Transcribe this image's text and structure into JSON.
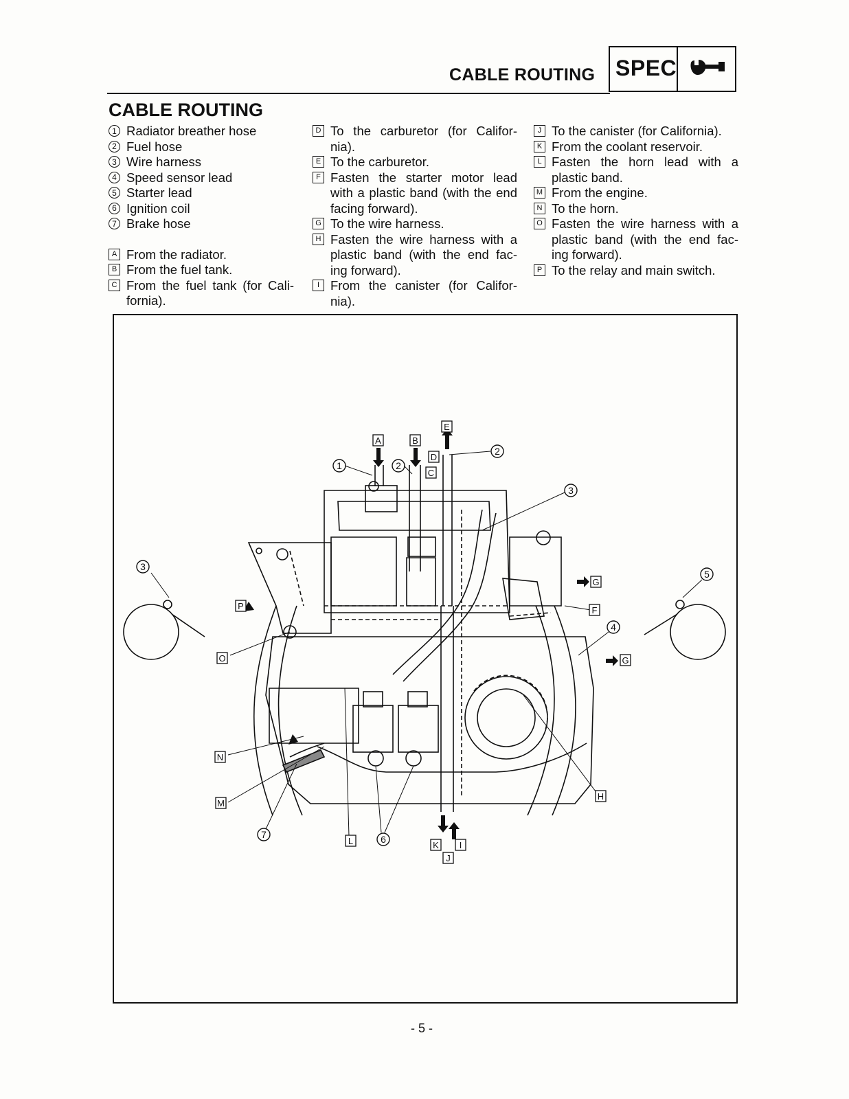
{
  "header": {
    "title": "CABLE ROUTING",
    "badge": "SPEC"
  },
  "section_title": "CABLE ROUTING",
  "legend": {
    "numbered": [
      {
        "mark": "1",
        "text": "Radiator breather hose"
      },
      {
        "mark": "2",
        "text": "Fuel hose"
      },
      {
        "mark": "3",
        "text": "Wire harness"
      },
      {
        "mark": "4",
        "text": "Speed sensor lead"
      },
      {
        "mark": "5",
        "text": "Starter lead"
      },
      {
        "mark": "6",
        "text": "Ignition coil"
      },
      {
        "mark": "7",
        "text": "Brake hose"
      }
    ],
    "lettered_col1": [
      {
        "mark": "A",
        "text": "From the radiator."
      },
      {
        "mark": "B",
        "text": "From the fuel tank."
      },
      {
        "mark": "C",
        "text": "From the fuel tank (for Cali- fornia)."
      }
    ],
    "lettered_col2": [
      {
        "mark": "D",
        "text": "To the carburetor (for Califor- nia)."
      },
      {
        "mark": "E",
        "text": "To the carburetor."
      },
      {
        "mark": "F",
        "text": "Fasten the starter motor lead with a plastic band (with the end facing forward)."
      },
      {
        "mark": "G",
        "text": "To the wire harness."
      },
      {
        "mark": "H",
        "text": "Fasten the wire harness with a plastic band (with the end fac- ing forward)."
      },
      {
        "mark": "I",
        "text": "From the canister (for Califor- nia)."
      }
    ],
    "lettered_col3": [
      {
        "mark": "J",
        "text": "To the canister (for California)."
      },
      {
        "mark": "K",
        "text": "From the coolant reservoir."
      },
      {
        "mark": "L",
        "text": "Fasten the horn lead with a plastic band."
      },
      {
        "mark": "M",
        "text": "From the engine."
      },
      {
        "mark": "N",
        "text": "To the horn."
      },
      {
        "mark": "O",
        "text": "Fasten the wire harness with a plastic band (with the end fac- ing forward)."
      },
      {
        "mark": "P",
        "text": "To the relay and main switch."
      }
    ]
  },
  "diagram": {
    "callouts_numbered": [
      "1",
      "2",
      "2",
      "3",
      "3",
      "4",
      "5",
      "6",
      "7"
    ],
    "callouts_lettered": [
      "A",
      "B",
      "C",
      "D",
      "E",
      "F",
      "G",
      "G",
      "H",
      "I",
      "J",
      "K",
      "L",
      "M",
      "N",
      "O",
      "P"
    ]
  },
  "page_number": "- 5 -"
}
